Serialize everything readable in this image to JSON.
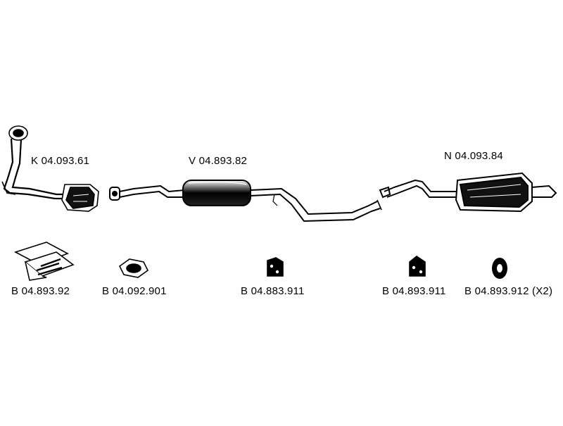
{
  "parts": {
    "main": [
      {
        "code": "K 04.093.61",
        "icon": "catalytic-converter-icon"
      },
      {
        "code": "V 04.893.82",
        "icon": "middle-silencer-pipe-icon"
      },
      {
        "code": "N 04.093.84",
        "icon": "rear-silencer-icon"
      }
    ],
    "accessories": [
      {
        "code": "B 04.893.92",
        "icon": "mounting-kit-box-icon"
      },
      {
        "code": "B 04.092.901",
        "icon": "flange-gasket-icon"
      },
      {
        "code": "B 04.883.911",
        "icon": "rubber-hanger-icon"
      },
      {
        "code": "B 04.893.911",
        "icon": "rubber-hanger-icon"
      },
      {
        "code": "B 04.893.912 (X2)",
        "icon": "rubber-ring-icon"
      }
    ]
  },
  "colors": {
    "ink": "#000000",
    "paper": "#ffffff"
  }
}
